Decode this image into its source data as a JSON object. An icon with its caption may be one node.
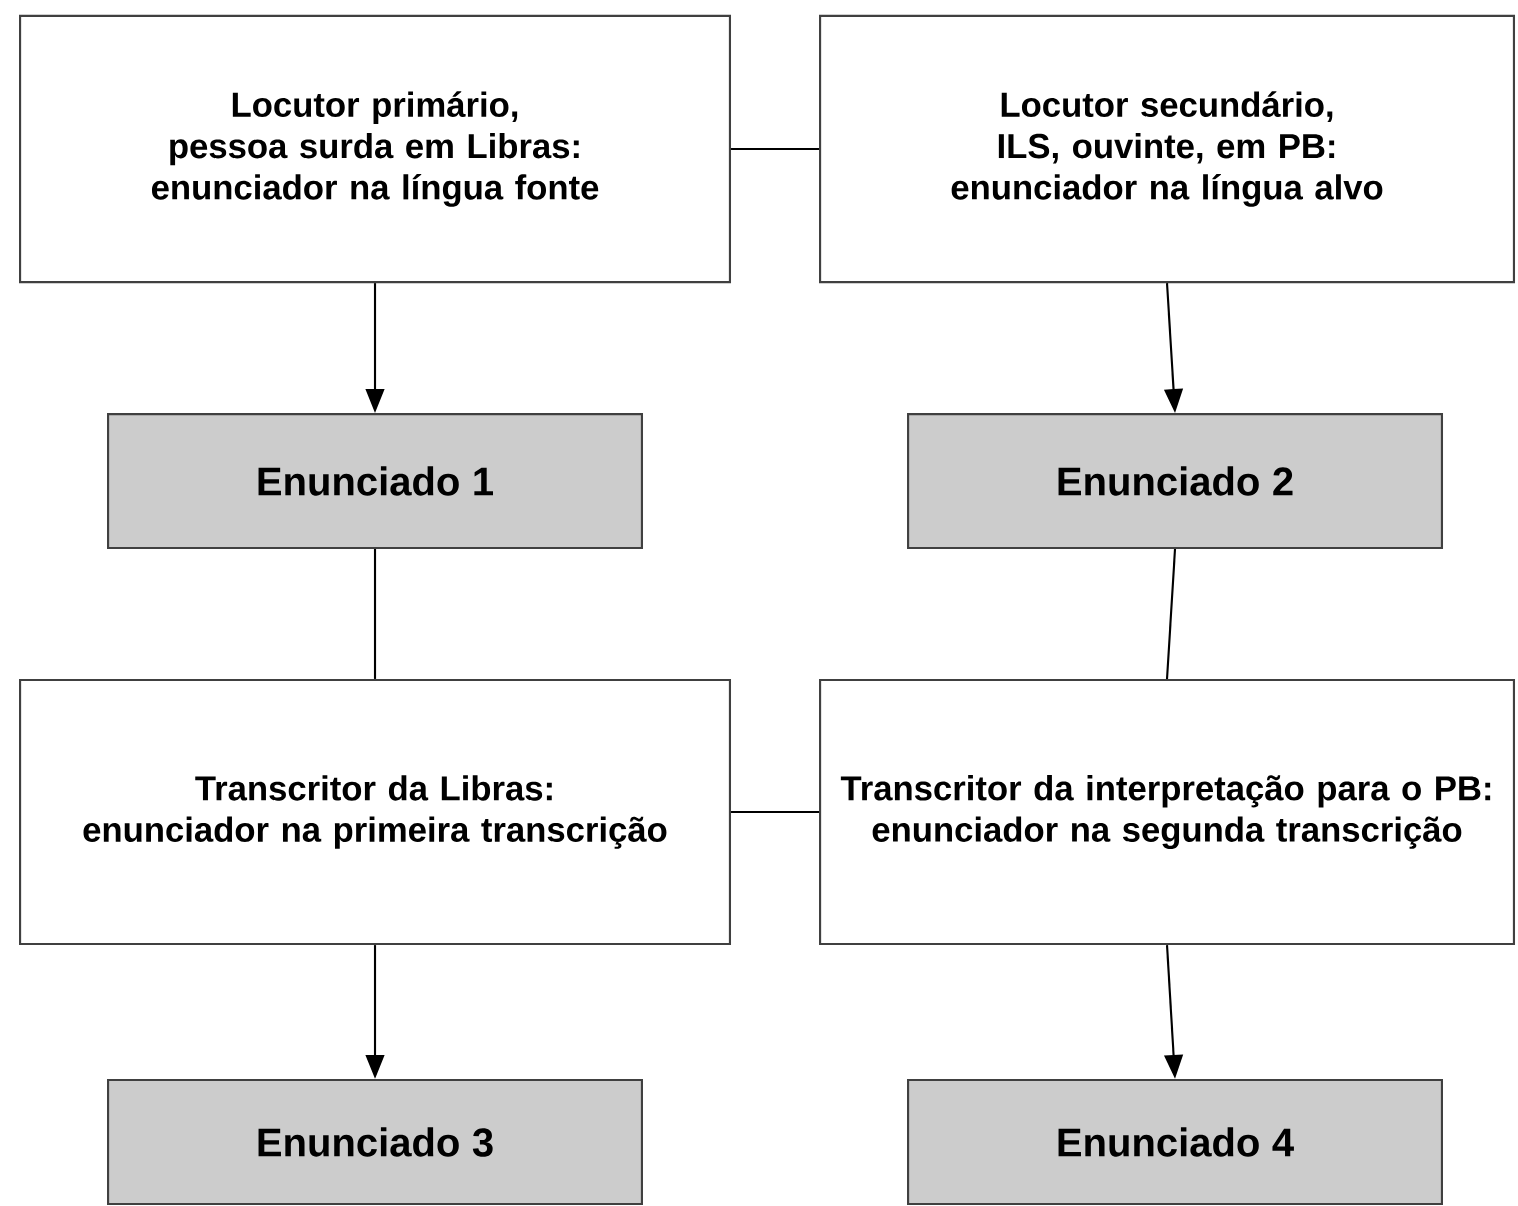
{
  "diagram": {
    "nodes": [
      {
        "text": [
          "Locutor primário, pessoa surda em Libras:",
          "enunciador na língua fonte"
        ]
      },
      {
        "text": [
          "Locutor secundário, ILS, ouvinte, em PB:",
          "enunciador na língua alvo"
        ]
      },
      {
        "text": [
          "Enunciado 1"
        ]
      },
      {
        "text": [
          "Enunciado 2"
        ]
      },
      {
        "text": [
          "Transcritor da Libras:",
          "enunciador na primeira transcrição"
        ]
      },
      {
        "text": [
          "Transcritor da interpretação para o PB:",
          "enunciador na segunda transcrição"
        ]
      },
      {
        "text": [
          "Enunciado 3"
        ]
      },
      {
        "text": [
          "Enunciado 4"
        ]
      }
    ],
    "edges": [
      {
        "from": 0,
        "to": 1,
        "arrow": "none"
      },
      {
        "from": 0,
        "to": 2,
        "arrow": "to"
      },
      {
        "from": 1,
        "to": 3,
        "arrow": "to"
      },
      {
        "from": 2,
        "to": 4,
        "arrow": "none"
      },
      {
        "from": 3,
        "to": 5,
        "arrow": "none"
      },
      {
        "from": 4,
        "to": 5,
        "arrow": "none"
      },
      {
        "from": 4,
        "to": 6,
        "arrow": "to"
      },
      {
        "from": 5,
        "to": 7,
        "arrow": "to"
      }
    ]
  }
}
